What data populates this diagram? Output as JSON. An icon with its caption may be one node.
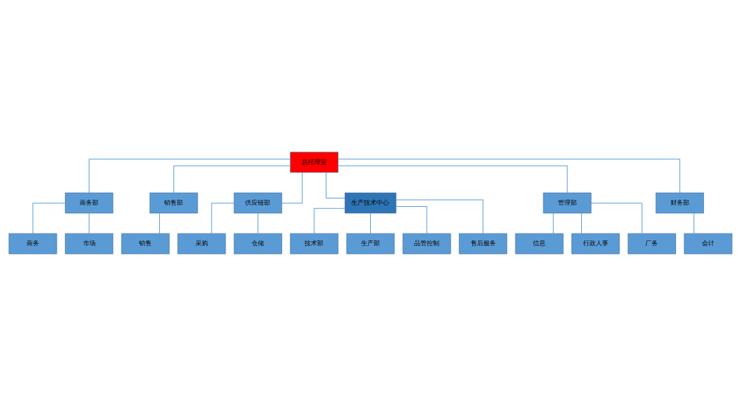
{
  "diagram": {
    "nodes": [
      {
        "text": [
          "总经理室"
        ]
      },
      {
        "text": [
          "商务部"
        ]
      },
      {
        "text": [
          "销售部"
        ]
      },
      {
        "text": [
          "供应链部"
        ]
      },
      {
        "text": [
          "生产技术中心"
        ]
      },
      {
        "text": [
          "管理部"
        ]
      },
      {
        "text": [
          "财务部"
        ]
      },
      {
        "text": [
          "商务"
        ]
      },
      {
        "text": [
          "市场"
        ]
      },
      {
        "text": [
          "销售"
        ]
      },
      {
        "text": [
          "采购"
        ]
      },
      {
        "text": [
          "仓储"
        ]
      },
      {
        "text": [
          "技术部"
        ]
      },
      {
        "text": [
          "生产部"
        ]
      },
      {
        "text": [
          "品管控制"
        ]
      },
      {
        "text": [
          "售后服务"
        ]
      },
      {
        "text": [
          "信息"
        ]
      },
      {
        "text": [
          "行政人事"
        ]
      },
      {
        "text": [
          "厂务"
        ]
      },
      {
        "text": [
          "会计"
        ]
      }
    ],
    "edges": [
      {
        "from": 0,
        "to": 1,
        "arrow": "none"
      },
      {
        "from": 0,
        "to": 2,
        "arrow": "none"
      },
      {
        "from": 0,
        "to": 3,
        "arrow": "none"
      },
      {
        "from": 0,
        "to": 4,
        "arrow": "none"
      },
      {
        "from": 0,
        "to": 5,
        "arrow": "none"
      },
      {
        "from": 0,
        "to": 6,
        "arrow": "none"
      },
      {
        "from": 1,
        "to": 7,
        "arrow": "none"
      },
      {
        "from": 1,
        "to": 8,
        "arrow": "none"
      },
      {
        "from": 2,
        "to": 9,
        "arrow": "none"
      },
      {
        "from": 3,
        "to": 10,
        "arrow": "none"
      },
      {
        "from": 3,
        "to": 11,
        "arrow": "none"
      },
      {
        "from": 4,
        "to": 12,
        "arrow": "none"
      },
      {
        "from": 4,
        "to": 13,
        "arrow": "none"
      },
      {
        "from": 4,
        "to": 14,
        "arrow": "none"
      },
      {
        "from": 4,
        "to": 15,
        "arrow": "none"
      },
      {
        "from": 5,
        "to": 16,
        "arrow": "none"
      },
      {
        "from": 5,
        "to": 17,
        "arrow": "none"
      },
      {
        "from": 5,
        "to": 18,
        "arrow": "none"
      },
      {
        "from": 6,
        "to": 19,
        "arrow": "none"
      }
    ]
  }
}
